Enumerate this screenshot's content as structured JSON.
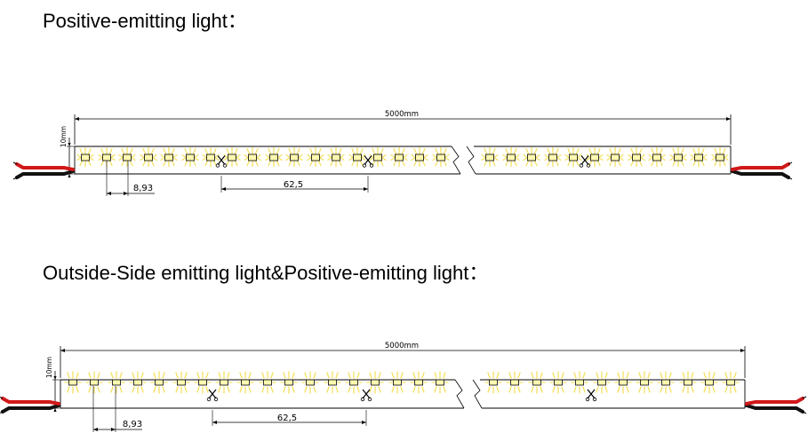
{
  "sections": [
    {
      "title": "Positive-emitting light：",
      "length_label": "5000mm",
      "width_label": "10mm",
      "pitch_label": "8,93",
      "cut_label": "62,5",
      "style": "positive"
    },
    {
      "title": "Outside-Side emitting light&Positive-emitting light：",
      "length_label": "5000mm",
      "width_label": "10mm",
      "pitch_label": "8,93",
      "cut_label": "62,5",
      "style": "side"
    }
  ],
  "colors": {
    "line": "#000000",
    "wire_red": "#d01818",
    "wire_black": "#111111",
    "led_fill": "#fff8b0",
    "glow": "#f4e060"
  }
}
